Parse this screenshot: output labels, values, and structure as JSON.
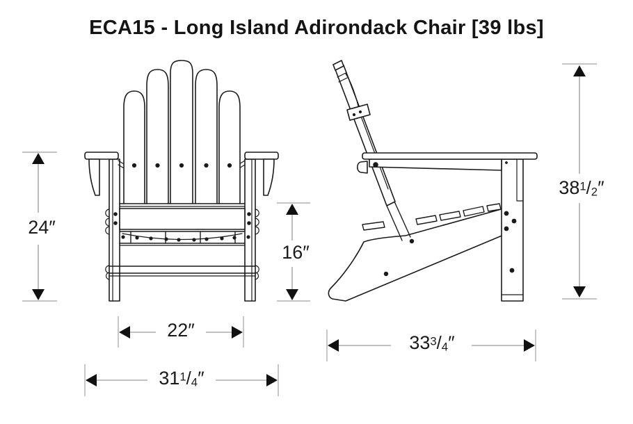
{
  "title": "ECA15 - Long Island Adirondack Chair [39 lbs]",
  "product": {
    "model": "ECA15",
    "name": "Long Island Adirondack Chair",
    "weight": "39 lbs"
  },
  "views": {
    "front": "front-view",
    "side": "side-view"
  },
  "dimensions": {
    "arm_height": {
      "whole": "24",
      "frac_num": "",
      "slash": "",
      "frac_den": "",
      "unit": "″"
    },
    "seat_height": {
      "whole": "16",
      "frac_num": "",
      "slash": "",
      "frac_den": "",
      "unit": "″"
    },
    "seat_width": {
      "whole": "22",
      "frac_num": "",
      "slash": "",
      "frac_den": "",
      "unit": "″"
    },
    "overall_width": {
      "whole": "31",
      "frac_num": "1",
      "slash": "/",
      "frac_den": "4",
      "unit": "″"
    },
    "overall_height": {
      "whole": "38",
      "frac_num": "1",
      "slash": "/",
      "frac_den": "2",
      "unit": "″"
    },
    "overall_depth": {
      "whole": "33",
      "frac_num": "3",
      "slash": "/",
      "frac_den": "4",
      "unit": "″"
    }
  },
  "colors": {
    "background": "#ffffff",
    "line": "#1a1a1a",
    "dim_line": "#9a9a9a",
    "extension_line": "#b0b0b0",
    "arrow": "#111111",
    "text": "#141414"
  }
}
